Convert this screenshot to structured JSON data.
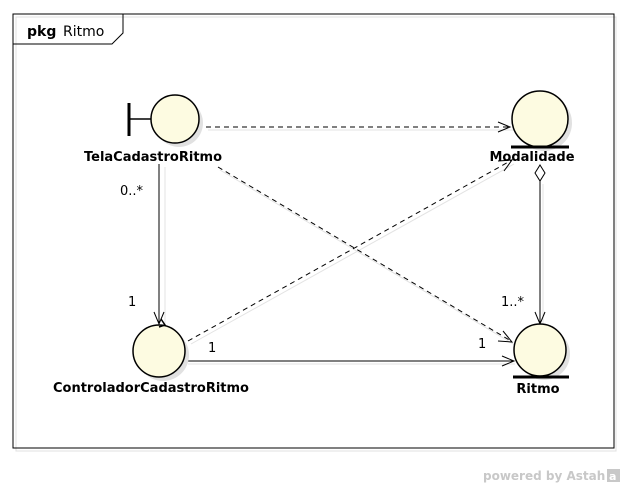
{
  "package": {
    "keyword": "pkg",
    "name": "Ritmo"
  },
  "classes": {
    "boundary": {
      "name": "TelaCadastroRitmo",
      "stereotype": "boundary"
    },
    "control": {
      "name": "ControladorCadastroRitmo",
      "stereotype": "control"
    },
    "entity_modalidade": {
      "name": "Modalidade",
      "stereotype": "entity"
    },
    "entity_ritmo": {
      "name": "Ritmo",
      "stereotype": "entity"
    }
  },
  "multiplicities": {
    "tela_to_controlador_source": "0..*",
    "tela_to_controlador_target": "1",
    "controlador_to_ritmo_source": "1",
    "controlador_to_ritmo_target": "1",
    "modalidade_to_ritmo_target": "1..*"
  },
  "watermark": {
    "prefix": "powered by Astah",
    "badge": "a"
  },
  "colors": {
    "entity_fill": "#fdfbe1",
    "frame": "#000000",
    "watermark": "#c8c8c8"
  }
}
